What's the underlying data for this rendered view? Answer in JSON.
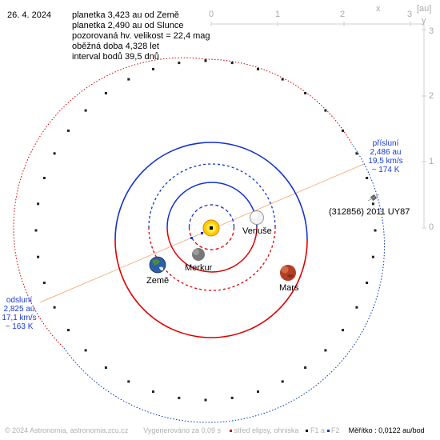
{
  "date": "26. 4. 2024",
  "info_lines": [
    "planetka 3,423 au od Země",
    "planetka 2,490 au od Slunce",
    "pozorovaná hv. velikost = 22,4 mag",
    "oběžná doba 4,328 let",
    "interval bodů 39,5 dnů"
  ],
  "axes": {
    "top_ticks": [
      "0",
      "1",
      "2",
      "3"
    ],
    "top_label": "x",
    "unit": "[au]",
    "right_ticks": [
      "0",
      "1",
      "2",
      "3"
    ],
    "right_label": "y"
  },
  "perihelion": {
    "title": "přísluní",
    "dist": "2,486 au",
    "speed": "19,5 km/s",
    "temp": "~ 174 K"
  },
  "aphelion": {
    "title": "odsluní",
    "dist": "2,825 au",
    "speed": "17,1 km/s",
    "temp": "~ 163 K"
  },
  "asteroid_label": "(312856) 2011 UY87",
  "planets": {
    "venus": "Venuše",
    "mercury": "Merkur",
    "earth": "Země",
    "mars": "Mars"
  },
  "footer": {
    "copyright": "© 2024 Astronomia, astronomia.zcu.cz",
    "generated": "Vygenerováno za 0,09 s",
    "legend_center": "střed elipsy, ohniska",
    "legend_f1": "F1",
    "legend_a": "a",
    "legend_f2": "F2",
    "scale": "Měřítko : 0,0122 au/bod"
  },
  "colors": {
    "asteroid_orbit_below": "#cc0000",
    "asteroid_orbit_above": "#0033bb",
    "planet_orbit_red": "#dd0000",
    "planet_orbit_blue": "#1133cc",
    "apsides_line": "#f4b48c",
    "sun": "#ffcc00"
  }
}
